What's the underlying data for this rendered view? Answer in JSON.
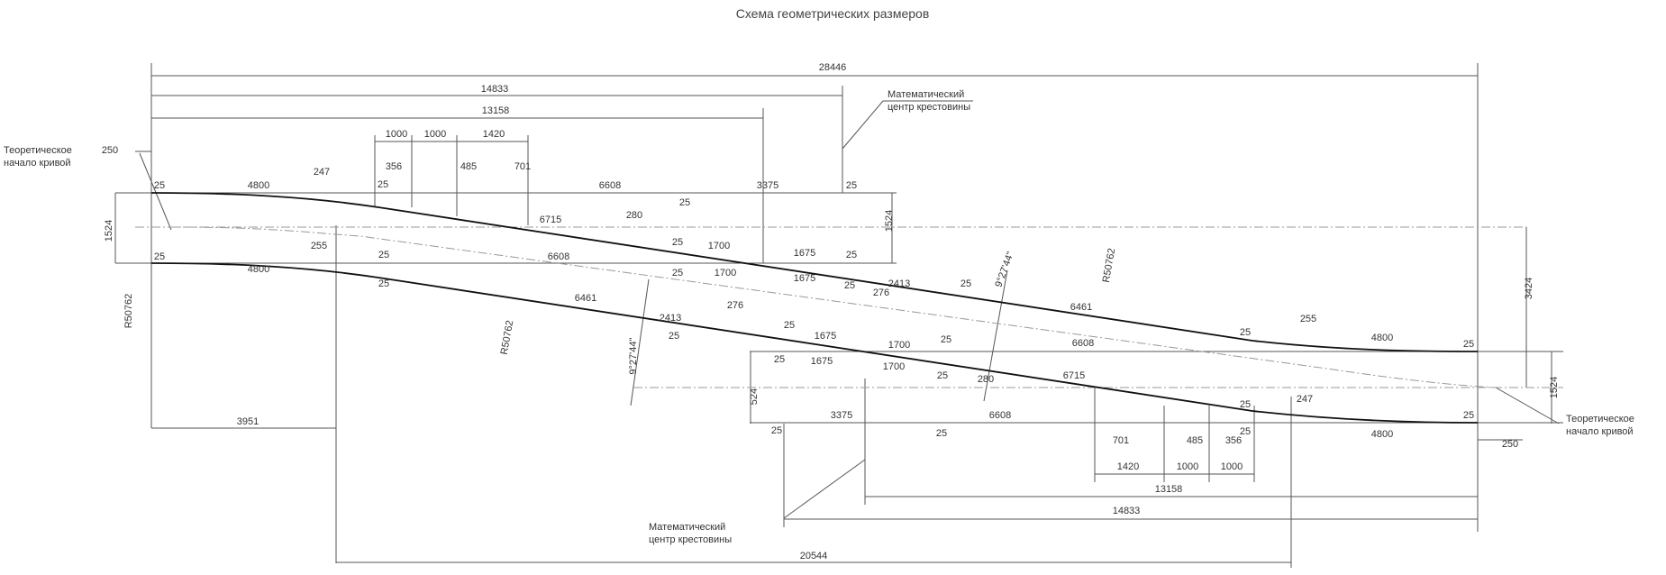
{
  "title": "Схема геометрических размеров",
  "notes": {
    "theoretical_start_1": "Теоретическое",
    "theoretical_start_2": "начало кривой",
    "math_center_1": "Математический",
    "math_center_2": "центр крестовины"
  },
  "dimensions": [
    "28446",
    "14833",
    "13158",
    "1000",
    "1000",
    "1420",
    "250",
    "247",
    "356",
    "485",
    "701",
    "25",
    "4800",
    "6608",
    "3375",
    "25",
    "25",
    "25",
    "6715",
    "280",
    "25",
    "1700",
    "1675",
    "25",
    "255",
    "25",
    "4800",
    "25",
    "25",
    "6608",
    "25",
    "1700",
    "1675",
    "25",
    "276",
    "2413",
    "25",
    "6461",
    "1524",
    "1524",
    "R50762",
    "9°27'44''",
    "R50762",
    "6461",
    "2413",
    "25",
    "276",
    "25",
    "1675",
    "1700",
    "25",
    "9°27'44''",
    "R50762",
    "25",
    "1675",
    "1700",
    "25",
    "280",
    "6608",
    "25",
    "255",
    "4800",
    "25",
    "3424",
    "1524",
    "524",
    "6715",
    "3375",
    "6608",
    "25",
    "25",
    "701",
    "485",
    "356",
    "25",
    "247",
    "4800",
    "25",
    "250",
    "3951",
    "1420",
    "1000",
    "1000",
    "13158",
    "14833",
    "20544",
    "25"
  ]
}
